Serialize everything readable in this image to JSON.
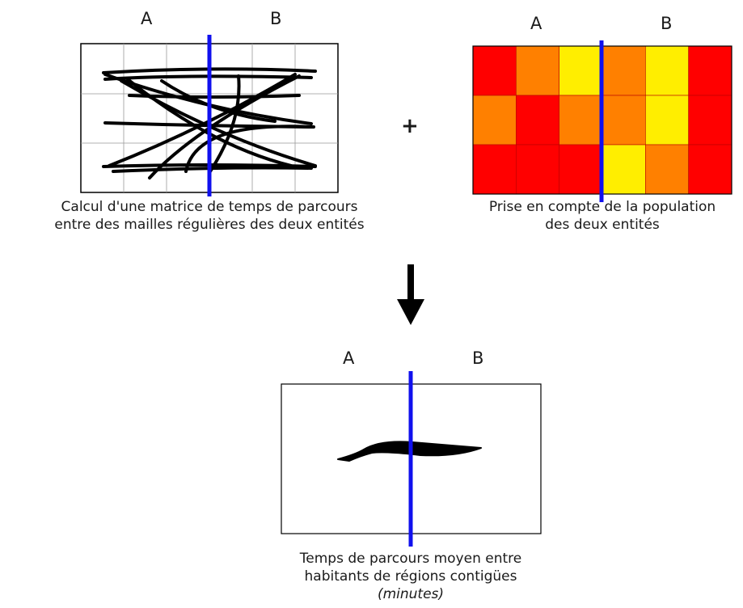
{
  "panel_travel": {
    "label_a": "A",
    "label_b": "B",
    "caption_line1": "Calcul d'une matrice de temps de parcours",
    "caption_line2": "entre des mailles régulières des deux entités"
  },
  "operator": "+",
  "panel_population": {
    "label_a": "A",
    "label_b": "B",
    "caption_line1": "Prise en compte de la population",
    "caption_line2": "des deux entités",
    "grid_colors": [
      [
        "#ff0000",
        "#ff8000",
        "#ffee00",
        "#ff8000",
        "#ffee00",
        "#ff0000"
      ],
      [
        "#ff8000",
        "#ff0000",
        "#ff8000",
        "#ff8000",
        "#ffee00",
        "#ff0000"
      ],
      [
        "#ff0000",
        "#ff0000",
        "#ff0000",
        "#ffee00",
        "#ff8000",
        "#ff0000"
      ]
    ]
  },
  "panel_result": {
    "label_a": "A",
    "label_b": "B",
    "caption_line1": "Temps de parcours moyen entre",
    "caption_line2": "habitants de régions contigües",
    "caption_line3": "(minutes)"
  },
  "colors": {
    "boundary": "#1010ee",
    "stroke": "#000000",
    "grid": "#999999"
  }
}
